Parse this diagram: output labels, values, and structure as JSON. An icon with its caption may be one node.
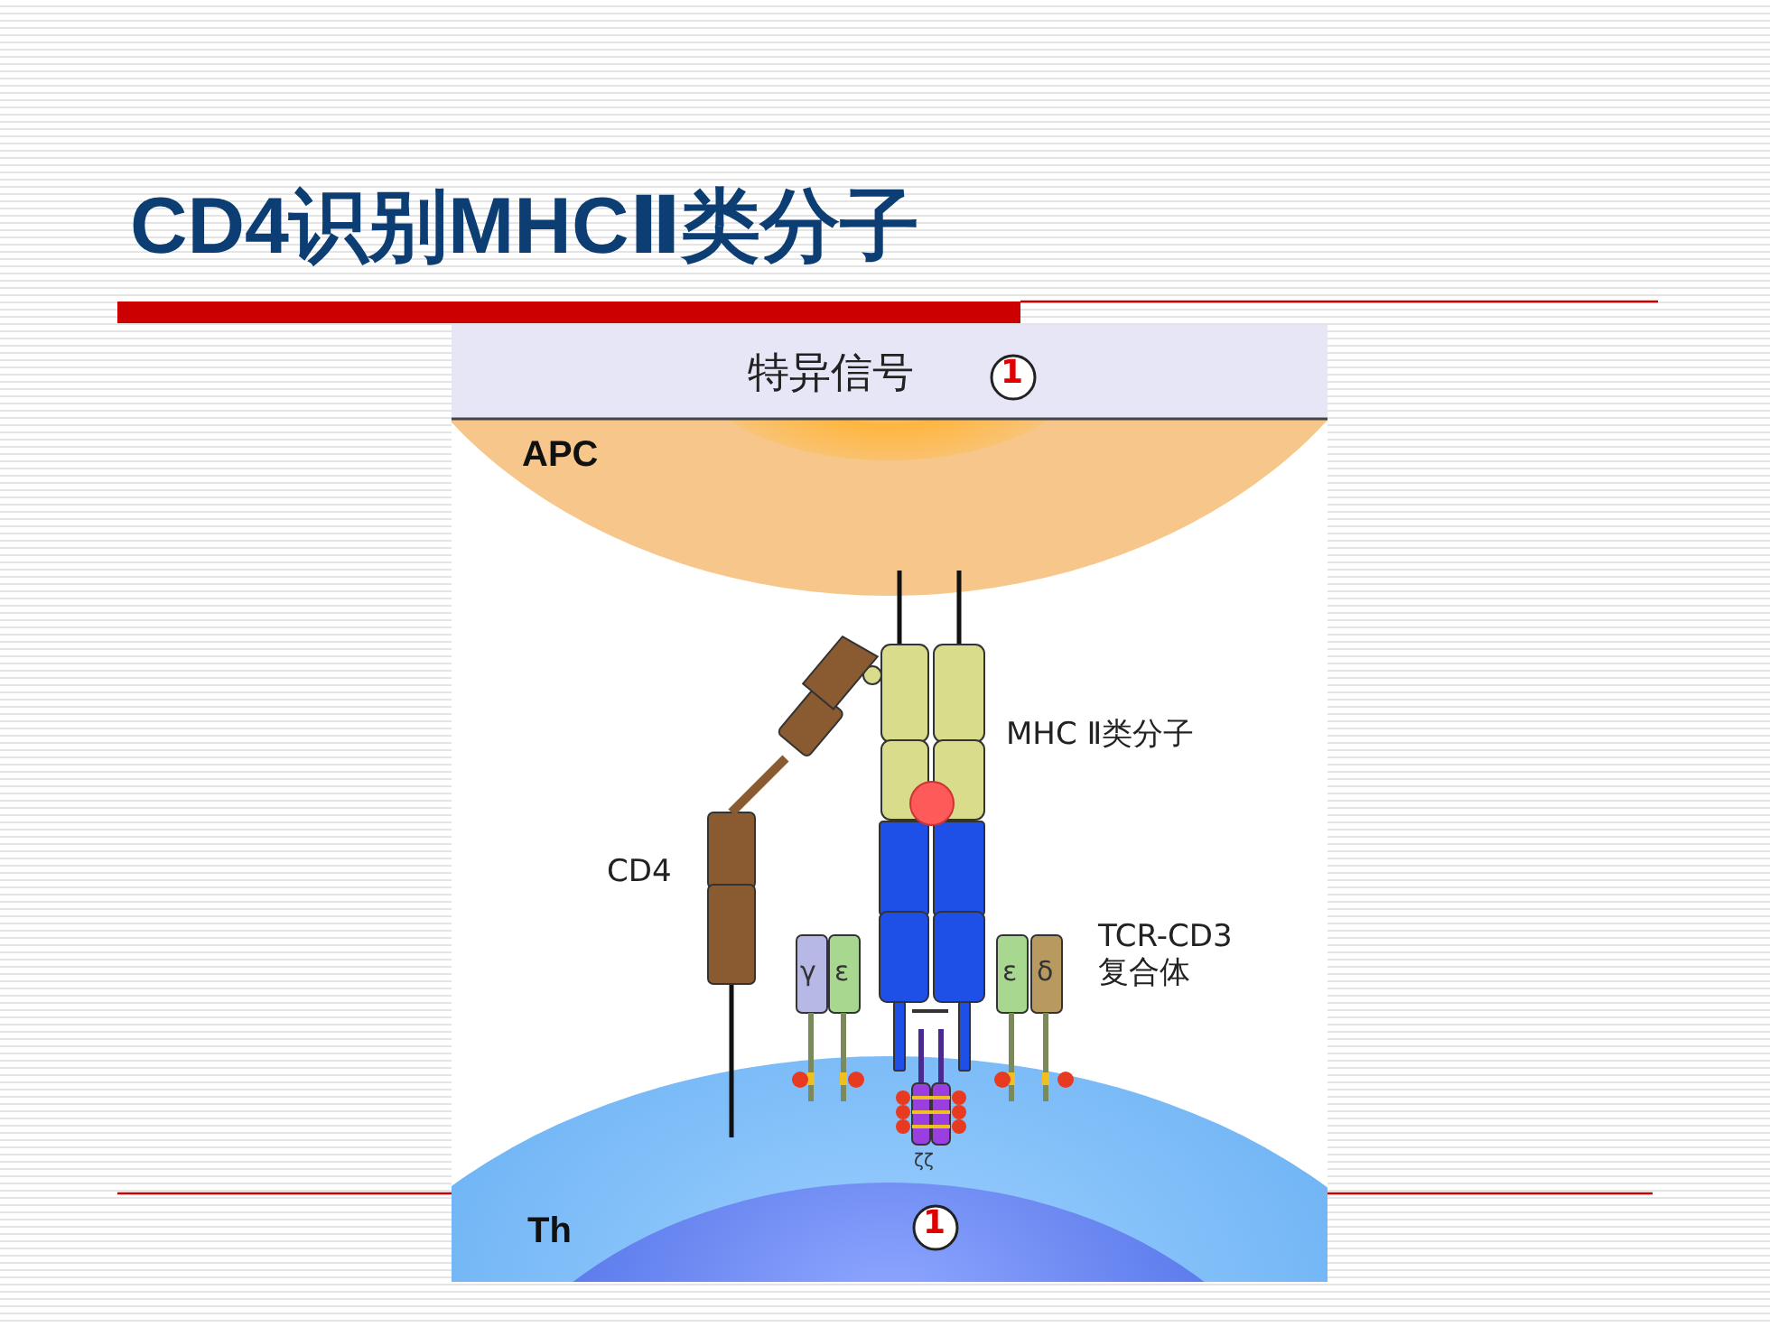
{
  "diagram": {
    "title": "CD4识别MHCⅡ类分子",
    "labels": [
      "特异信号",
      "1",
      "APC",
      "MHC Ⅱ类分子",
      "CD4",
      "γ",
      "ε",
      "ε",
      "δ",
      "TCR-CD3复合体",
      "ζζ",
      "Th",
      "1"
    ]
  }
}
